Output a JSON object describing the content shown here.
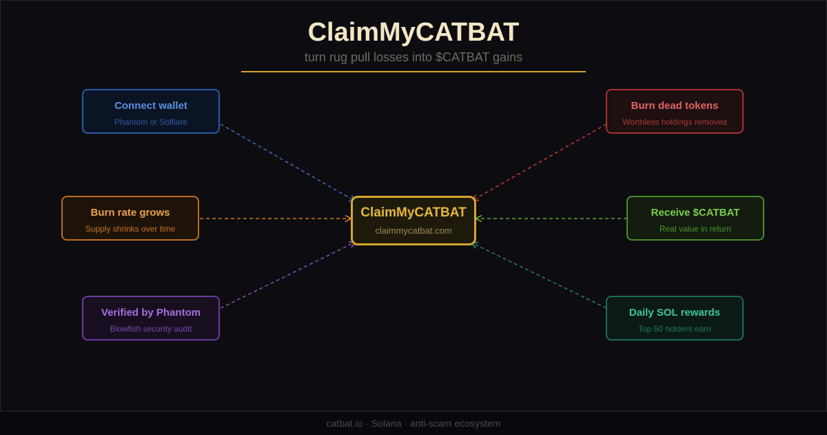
{
  "header": {
    "title": "ClaimMyCATBAT",
    "subtitle": "turn rug pull losses into $CATBAT gains"
  },
  "center": {
    "title": "ClaimMyCATBAT",
    "url": "claimmycatbat.com",
    "color": "#d4a72c"
  },
  "nodes": [
    {
      "title": "Connect wallet",
      "subtitle": "Phantom or Solflare",
      "color": "#3b6fc4"
    },
    {
      "title": "Burn rate grows",
      "subtitle": "Supply shrinks over time",
      "color": "#d07a28"
    },
    {
      "title": "Verified by Phantom",
      "subtitle": "Blowfish security audit",
      "color": "#8a4fc4"
    },
    {
      "title": "Burn dead tokens",
      "subtitle": "Worthless holdings removed",
      "color": "#c43b3b"
    },
    {
      "title": "Receive $CATBAT",
      "subtitle": "Real value in return",
      "color": "#5aa832"
    },
    {
      "title": "Daily SOL rewards",
      "subtitle": "Top 50 holders earn",
      "color": "#1f8a6a"
    }
  ],
  "footer": {
    "text": "catbat.io · Solana · anti-scam ecosystem"
  }
}
